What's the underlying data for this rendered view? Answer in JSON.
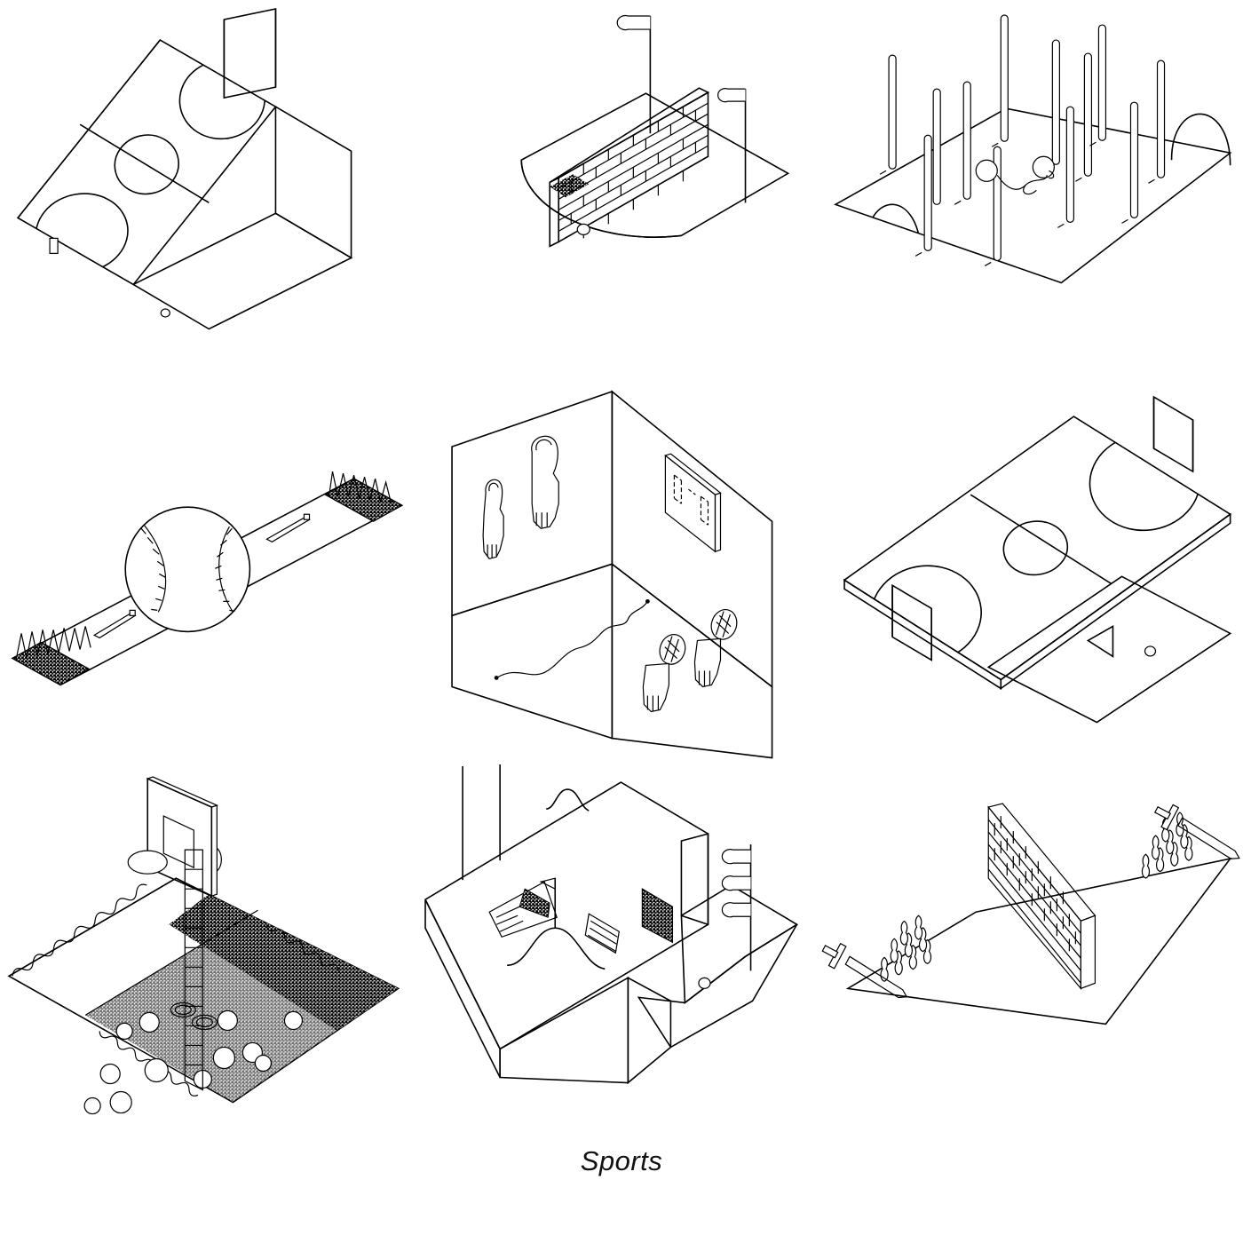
{
  "page": {
    "caption": "Sports",
    "background_color": "#ffffff",
    "ink_color": "#000000",
    "layout": "3x3 grid of isometric line-art scenes"
  },
  "panels": [
    {
      "id": "panel-1",
      "name": "soccer-pitch-folded",
      "title": "Folded soccer pitch",
      "elements": [
        "dotted pitch surface",
        "halfway line",
        "centre circle",
        "two penalty arcs",
        "goal frame",
        "small ball"
      ]
    },
    {
      "id": "panel-2",
      "name": "brick-wall-green",
      "title": "Rounded green with brick wall",
      "elements": [
        "stippled rounded ground",
        "brick wall",
        "two flag poles",
        "golf ball"
      ]
    },
    {
      "id": "panel-3",
      "name": "pole-field",
      "title": "Field of poles",
      "elements": [
        "dotted field",
        "twelve vertical poles",
        "two arch goals",
        "two tethered balls with rope"
      ]
    },
    {
      "id": "panel-4",
      "name": "baseball-strip",
      "title": "Baseball strip",
      "elements": [
        "long dotted strip",
        "giant baseball with stitching",
        "two baseball bats",
        "two grass end zones"
      ]
    },
    {
      "id": "panel-5",
      "name": "glove-room",
      "title": "Open room with gloves",
      "elements": [
        "open box room",
        "two hanging gloves",
        "scoreboard panel",
        "rope on floor",
        "two gloves with rackets"
      ]
    },
    {
      "id": "panel-6",
      "name": "floating-pitch",
      "title": "Floating soccer pitch",
      "elements": [
        "dotted pitch slab",
        "halfway line",
        "centre circle",
        "two penalty arcs",
        "two goals",
        "dark ground below",
        "ball"
      ]
    },
    {
      "id": "panel-7",
      "name": "pool-basketball",
      "title": "Pool with basketball hoop",
      "elements": [
        "pool water surface",
        "wave edge",
        "basketball backboard and hoop",
        "tall striped pole",
        "floating balls"
      ]
    },
    {
      "id": "panel-8",
      "name": "golf-terrain",
      "title": "Golf terrain block",
      "elements": [
        "thick terrain slab",
        "two bunkers",
        "flag on green mound",
        "two goal posts",
        "three pennant flags",
        "stairs",
        "ball"
      ]
    },
    {
      "id": "panel-9",
      "name": "bowling-lane-wall",
      "title": "Bowling lanes split by wall",
      "elements": [
        "dotted lane field",
        "brick dividing wall",
        "two sets of bowling pins",
        "two swords"
      ]
    }
  ],
  "style": {
    "fill_pattern_light": "fine dot halftone",
    "fill_pattern_dark": "dense checkerboard halftone",
    "stroke_width": "1.6px",
    "stroke_color": "#000000"
  }
}
